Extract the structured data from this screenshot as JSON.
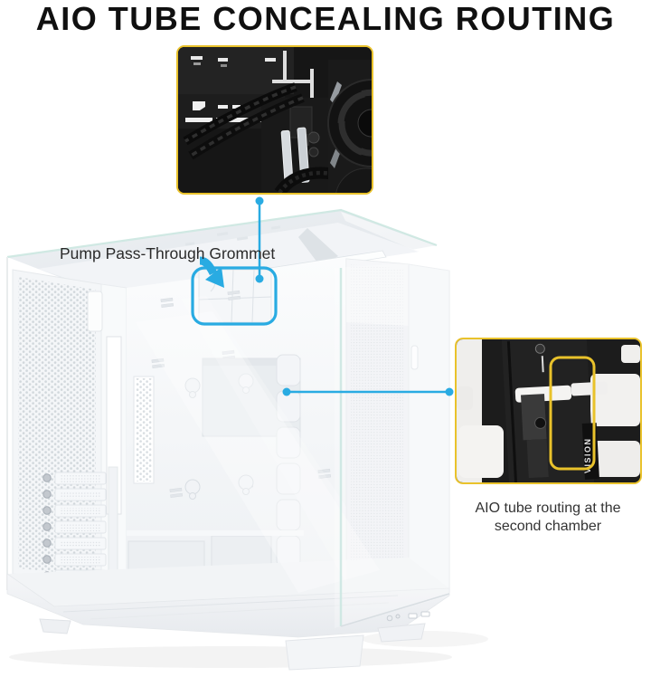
{
  "header": {
    "title": "AIO TUBE CONCEALING ROUTING"
  },
  "annotations": {
    "grommet_label": "Pump Pass-Through Grommet",
    "right_caption_line1": "AIO tube routing at the",
    "right_caption_line2": "second chamber"
  },
  "callouts": {
    "top": {
      "border_color": "#e9c22b",
      "content": "close-up photo of AIO tubes routed behind motherboard tray with fan"
    },
    "right": {
      "border_color": "#e9c22b",
      "content": "close-up photo of second chamber tube routing channel",
      "photo_text": {
        "vision_logo": "VISION"
      }
    }
  },
  "icons": {
    "grommet_arrow": "bent-arrow-down-right",
    "connector_endpoint": "dot",
    "highlight_boxes": "rounded-rectangle-outline"
  },
  "colors": {
    "accent_blue": "#29abe2",
    "accent_yellow": "#e9c22b",
    "title_text": "#101010",
    "label_text": "#2b2b2b",
    "caption_text": "#333333",
    "page_bg": "#ffffff",
    "case_white": "#f4f6f8",
    "photo_dark": "#161616"
  }
}
